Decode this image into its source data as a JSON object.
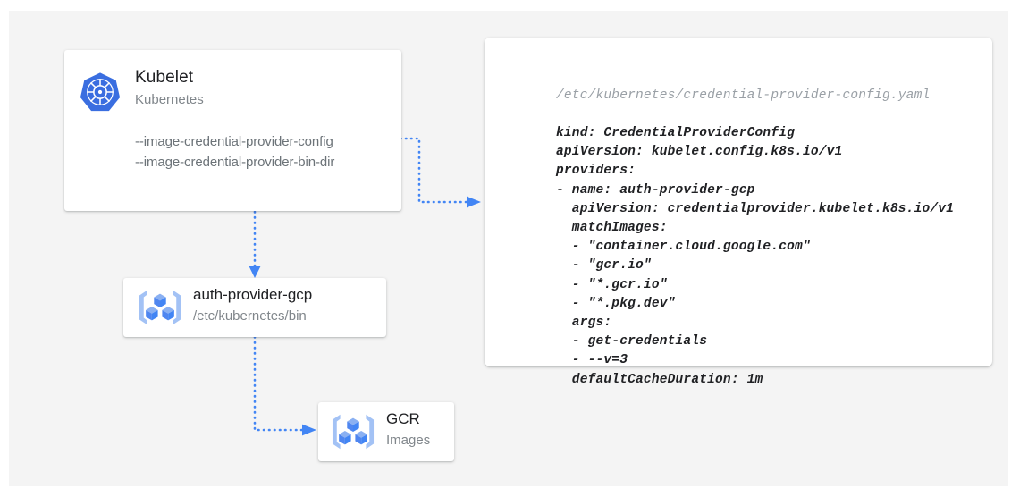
{
  "canvas": {
    "background": "#f4f4f4",
    "page_background": "#ffffff"
  },
  "colors": {
    "accent_blue": "#4285f4",
    "icon_light_blue": "#a3c2f5",
    "title_text": "#202124",
    "muted_text": "#80868b",
    "code_text": "#202124",
    "code_filename_text": "#9aa0a6",
    "card_background": "#ffffff"
  },
  "kubelet_card": {
    "icon": "kubernetes-logo-icon",
    "title": "Kubelet",
    "subtitle": "Kubernetes",
    "flags": [
      "--image-credential-provider-config",
      "--image-credential-provider-bin-dir"
    ]
  },
  "provider_card": {
    "icon": "gcp-container-registry-icon",
    "title": "auth-provider-gcp",
    "subtitle": "/etc/kubernetes/bin"
  },
  "gcr_card": {
    "icon": "gcp-container-registry-icon",
    "title": "GCR",
    "subtitle": "Images"
  },
  "yaml_panel": {
    "filename": "/etc/kubernetes/credential-provider-config.yaml",
    "lines": [
      "kind: CredentialProviderConfig",
      "apiVersion: kubelet.config.k8s.io/v1",
      "providers:",
      "- name: auth-provider-gcp",
      "  apiVersion: credentialprovider.kubelet.k8s.io/v1",
      "  matchImages:",
      "  - \"container.cloud.google.com\"",
      "  - \"gcr.io\"",
      "  - \"*.gcr.io\"",
      "  - \"*.pkg.dev\"",
      "  args:",
      "  - get-credentials",
      "  - --v=3",
      "  defaultCacheDuration: 1m"
    ]
  },
  "connectors": [
    {
      "name": "kubelet-config-to-yaml",
      "from": "kubelet-card",
      "to": "yaml-panel",
      "style": "dotted",
      "arrowhead": "right"
    },
    {
      "name": "kubelet-to-auth-provider",
      "from": "kubelet-card",
      "to": "provider-card",
      "style": "dotted",
      "arrowhead": "down"
    },
    {
      "name": "auth-provider-to-gcr",
      "from": "provider-card",
      "to": "gcr-card",
      "style": "dotted",
      "arrowhead": "right"
    }
  ]
}
